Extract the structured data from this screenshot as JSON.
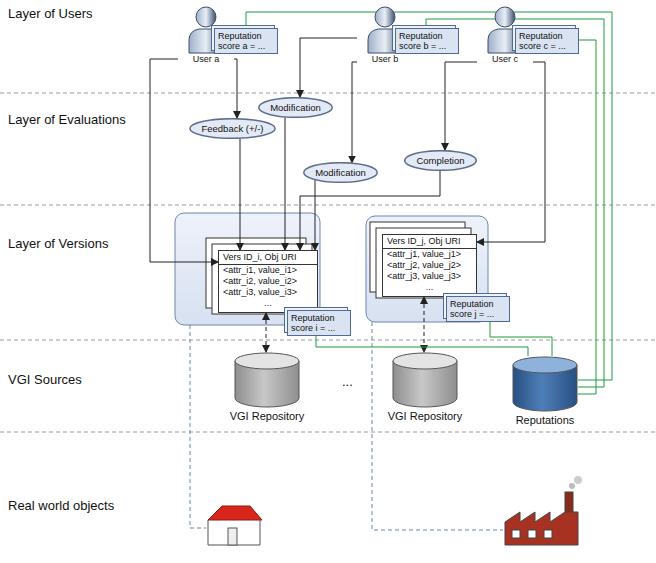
{
  "diagram": {
    "nodes": [
      {
        "text": [
          "User a"
        ]
      },
      {
        "text": [
          "Reputation score a = ..."
        ]
      },
      {
        "text": [
          "User b"
        ]
      },
      {
        "text": [
          "Reputation score b = ..."
        ]
      },
      {
        "text": [
          "User c"
        ]
      },
      {
        "text": [
          "Reputation score c = ..."
        ]
      },
      {
        "text": [
          "Modification"
        ]
      },
      {
        "text": [
          "Feedback (+/-)"
        ]
      },
      {
        "text": [
          "Completion"
        ]
      },
      {
        "text": [
          "Modification"
        ]
      },
      {
        "text": [
          "Vers ID_i, Obj URI",
          "<attr_i1, value_i1>",
          "<attr_i2, value_i2>",
          "<attr_i3, value_i3>",
          "..."
        ]
      },
      {
        "text": [
          "Reputation score i = ..."
        ]
      },
      {
        "text": [
          "Vers ID_j, Obj URI",
          "<attr_j1, value_j1>",
          "<attr_j2, value_j2>",
          "<attr_j3, value_j3>",
          "..."
        ]
      },
      {
        "text": [
          "Reputation score j = ..."
        ]
      },
      {
        "text": [
          "VGI Repository"
        ]
      },
      {
        "text": [
          "VGI Repository"
        ]
      },
      {
        "text": [
          "Reputations"
        ]
      }
    ],
    "edges": [
      {
        "from": 0,
        "to": 7,
        "arrow": "to"
      },
      {
        "from": 0,
        "to": 10,
        "arrow": "to"
      },
      {
        "from": 2,
        "to": 6,
        "arrow": "to"
      },
      {
        "from": 2,
        "to": 9,
        "arrow": "to"
      },
      {
        "from": 4,
        "to": 8,
        "arrow": "to"
      },
      {
        "from": 4,
        "to": 12,
        "arrow": "to"
      },
      {
        "from": 7,
        "to": 10,
        "arrow": "to"
      },
      {
        "from": 6,
        "to": 10,
        "arrow": "to"
      },
      {
        "from": 9,
        "to": 10,
        "arrow": "to"
      },
      {
        "from": 8,
        "to": 10,
        "arrow": "to"
      },
      {
        "from": 10,
        "to": 14,
        "arrow": "both"
      },
      {
        "from": 12,
        "to": 15,
        "arrow": "both"
      },
      {
        "from": 16,
        "to": 1,
        "arrow": "none"
      },
      {
        "from": 16,
        "to": 3,
        "arrow": "none"
      },
      {
        "from": 16,
        "to": 5,
        "arrow": "none"
      },
      {
        "from": 16,
        "to": 11,
        "arrow": "none"
      },
      {
        "from": 16,
        "to": 13,
        "arrow": "none"
      }
    ],
    "labels": [
      "Layer of Users",
      "Layer of Evaluations",
      "Layer of Versions",
      "VGI Sources",
      "Real world objects",
      "..."
    ]
  }
}
